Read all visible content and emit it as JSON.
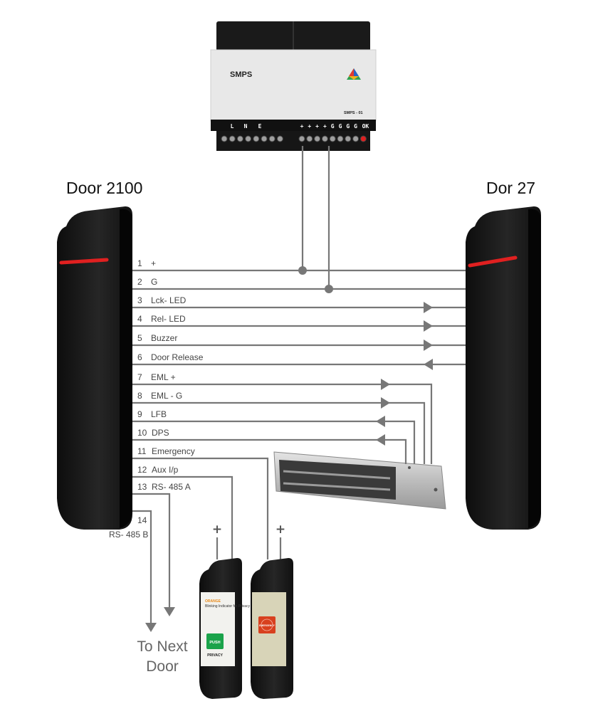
{
  "reader_left": {
    "title": "Door 2100"
  },
  "reader_right": {
    "title": "Dor 27"
  },
  "psu": {
    "label": "SMPS",
    "model": "SMPS - 01",
    "terminals_left": [
      "L",
      "N",
      "E"
    ],
    "terminals_right": [
      "+",
      "+",
      "+",
      "+",
      "G",
      "G",
      "G",
      "G",
      "OK"
    ]
  },
  "wires": [
    {
      "num": "1",
      "label": "+"
    },
    {
      "num": "2",
      "label": "G"
    },
    {
      "num": "3",
      "label": "Lck- LED"
    },
    {
      "num": "4",
      "label": "Rel- LED"
    },
    {
      "num": "5",
      "label": "Buzzer"
    },
    {
      "num": "6",
      "label": "Door Release"
    },
    {
      "num": "7",
      "label": "EML +"
    },
    {
      "num": "8",
      "label": "EML - G"
    },
    {
      "num": "9",
      "label": "LFB"
    },
    {
      "num": "10",
      "label": "DPS"
    },
    {
      "num": "11",
      "label": "Emergency"
    },
    {
      "num": "12",
      "label": "Aux I/p"
    },
    {
      "num": "13",
      "label": "RS- 485 A"
    },
    {
      "num": "14",
      "label": "RS- 485 B"
    }
  ],
  "next_door": {
    "line1": "To Next",
    "line2": "Door"
  },
  "privacy_switch": {
    "plus": "+",
    "indicator_brand": "ORANGE",
    "indicator_text": "Blinking Indicator for Privacy Mode",
    "button": "PUSH",
    "caption": "PRIVACY"
  },
  "emergency_switch": {
    "plus": "+",
    "button": "EMERGENCY"
  },
  "colors": {
    "wire": "#777777",
    "led": "#e02020",
    "device": "#1c1c1c",
    "push_green": "#1aa34a",
    "emergency_red": "#d8401e"
  }
}
